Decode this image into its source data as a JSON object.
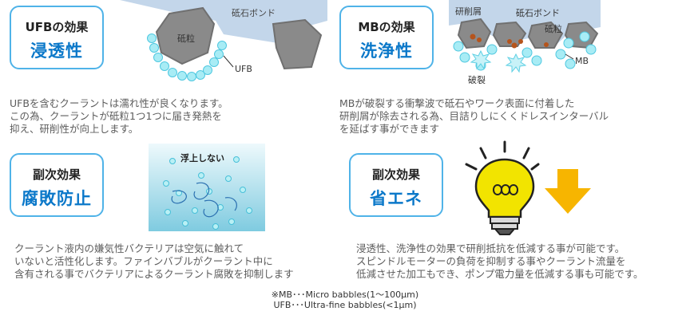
{
  "panels": {
    "ufb": {
      "title": "UFBの効果",
      "heading": "浸透性",
      "diagram": {
        "bond_label": "砥石ボンド",
        "grain_label": "砥粒",
        "ufb_label": "UFB"
      },
      "desc_lines": [
        "UFBを含むクーラントは濡れ性が良くなります。",
        "この為、クーラントが砥粒1つ1つに届き発熱を",
        "抑え、研削性が向上します。"
      ]
    },
    "mb": {
      "title": "MBの効果",
      "heading": "洗浄性",
      "diagram": {
        "chips_label": "研削屑",
        "bond_label": "砥石ボンド",
        "grain_label": "砥粒",
        "burst_label": "破裂",
        "mb_label": "MB"
      },
      "desc_lines": [
        "MBが破裂する衝撃波で砥石やワーク表面に付着した",
        "研削屑が除去される為、目詰りしにくくドレスインターバル",
        "を延ばす事ができます"
      ]
    },
    "anticorrosion": {
      "title": "副次効果",
      "heading": "腐敗防止",
      "diagram": {
        "float_label": "浮上しない"
      },
      "desc_lines": [
        "クーラント液内の嫌気性バクテリアは空気に触れて",
        "いないと活性化します。ファインバブルがクーラント中に",
        "含有される事でバクテリアによるクーラント腐敗を抑制します"
      ]
    },
    "energy": {
      "title": "副次効果",
      "heading": "省エネ",
      "desc_lines": [
        "浸透性、洗浄性の効果で研削抵抗を低減する事が可能です。",
        "スピンドルモーターの負荷を抑制する事やクーラント流量を",
        "低減させた加工もでき、ポンプ電力量を低減する事も可能です。"
      ]
    }
  },
  "notes": [
    "※MB･･･Micro babbles(1～100μm)",
    "UFB･･･Ultra-fine babbles(<1μm)"
  ],
  "colors": {
    "accent": "#0b78c9",
    "border": "#4fb3e8",
    "bubble": "#a8ecf5",
    "chip": "#b5541c",
    "bulb": "#f2e400",
    "arrow": "#f7b500"
  }
}
